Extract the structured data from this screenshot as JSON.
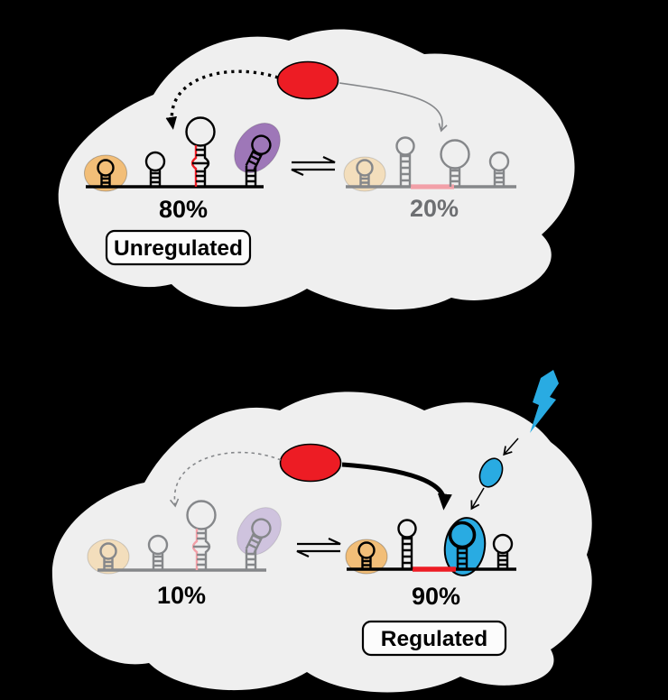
{
  "colors": {
    "bg": "#000000",
    "cell": "#EFEFEF",
    "ink": "#000000",
    "red": "#ED1C24",
    "pink": "#F2A0A8",
    "orange": "#F2BE78",
    "orangeFaded": "#F3DEBC",
    "purple": "#9E77B8",
    "purpleFaded": "#CFC3DE",
    "blue": "#29ABE2",
    "gray": "#85878A",
    "grayText": "#6D6F72",
    "boxFill": "#FCFCFC"
  },
  "panels": {
    "top": {
      "label": "Unregulated",
      "left_pct": "80%",
      "right_pct": "20%"
    },
    "bottom": {
      "label": "Regulated",
      "left_pct": "10%",
      "right_pct": "90%"
    }
  },
  "icons": {
    "lightning_bolt_icon": "⚡"
  }
}
